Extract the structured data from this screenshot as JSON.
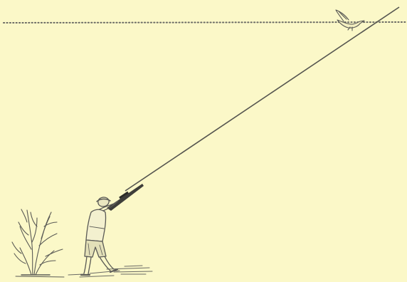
{
  "illustration": {
    "background_color": "#fbf8c8",
    "ink_color": "#5a5a55",
    "elements": [
      "bird-in-flight",
      "dotted-flight-path",
      "line-of-aim",
      "hunter-with-gun",
      "bare-shrub",
      "ground-shadow"
    ]
  }
}
